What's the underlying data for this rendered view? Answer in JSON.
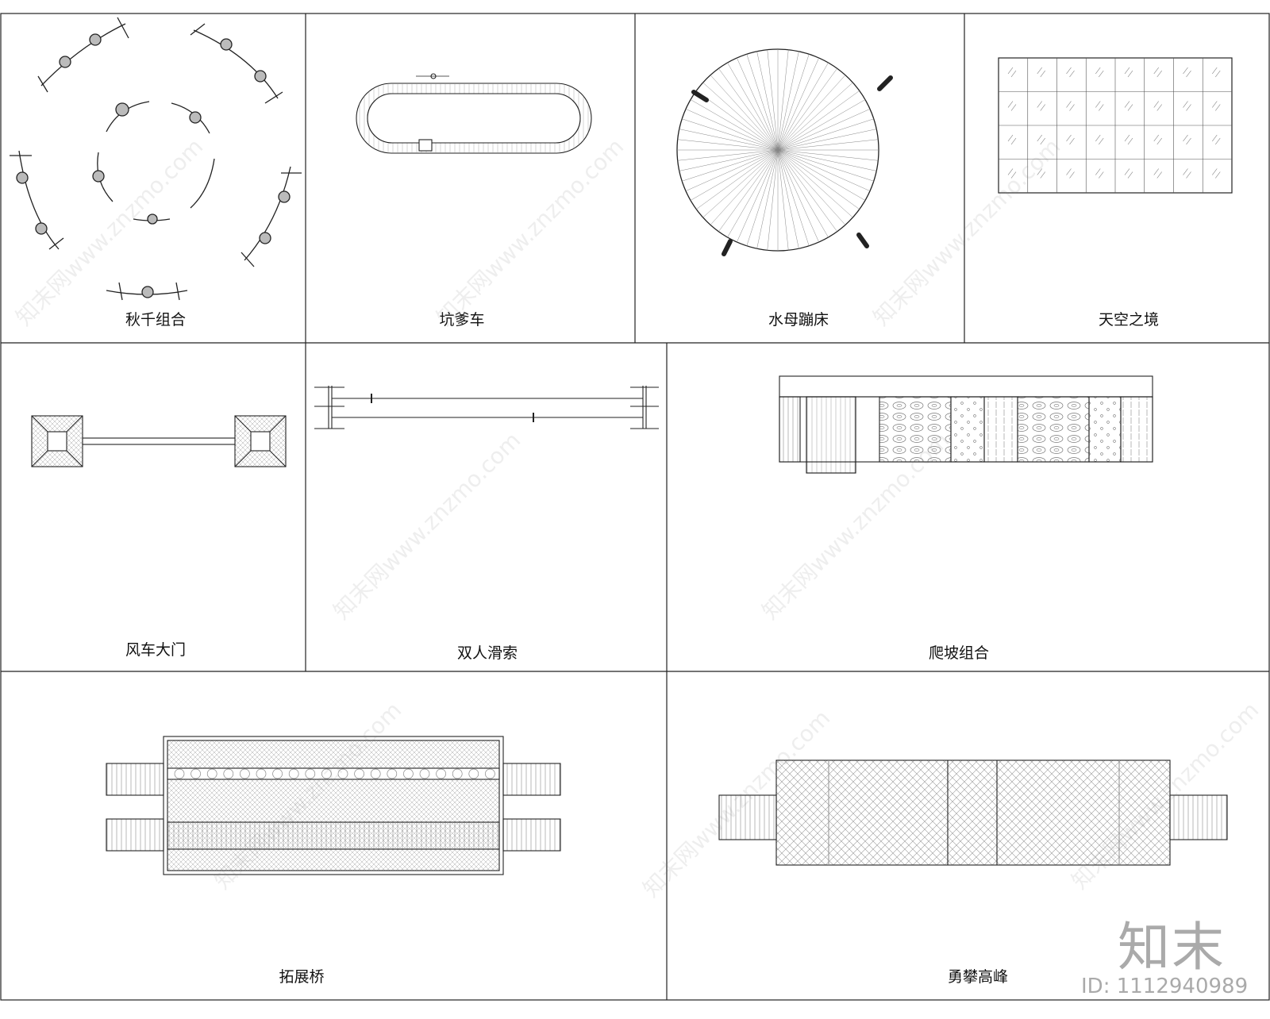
{
  "panels": [
    {
      "id": "swing",
      "label": "秋千组合"
    },
    {
      "id": "kart",
      "label": "坑爹车"
    },
    {
      "id": "jellyfish",
      "label": "水母蹦床"
    },
    {
      "id": "sky",
      "label": "天空之境"
    },
    {
      "id": "windmill",
      "label": "风车大门"
    },
    {
      "id": "zipline",
      "label": "双人滑索"
    },
    {
      "id": "climb",
      "label": "爬坡组合"
    },
    {
      "id": "bridge",
      "label": "拓展桥"
    },
    {
      "id": "peak",
      "label": "勇攀高峰"
    }
  ],
  "watermark": "知末网www.znzmo.com",
  "brand": {
    "logo": "知末",
    "id": "ID: 1112940989"
  },
  "colors": {
    "line": "#222222",
    "hatch": "#9a9a9a",
    "fill": "#bdbdbd"
  }
}
